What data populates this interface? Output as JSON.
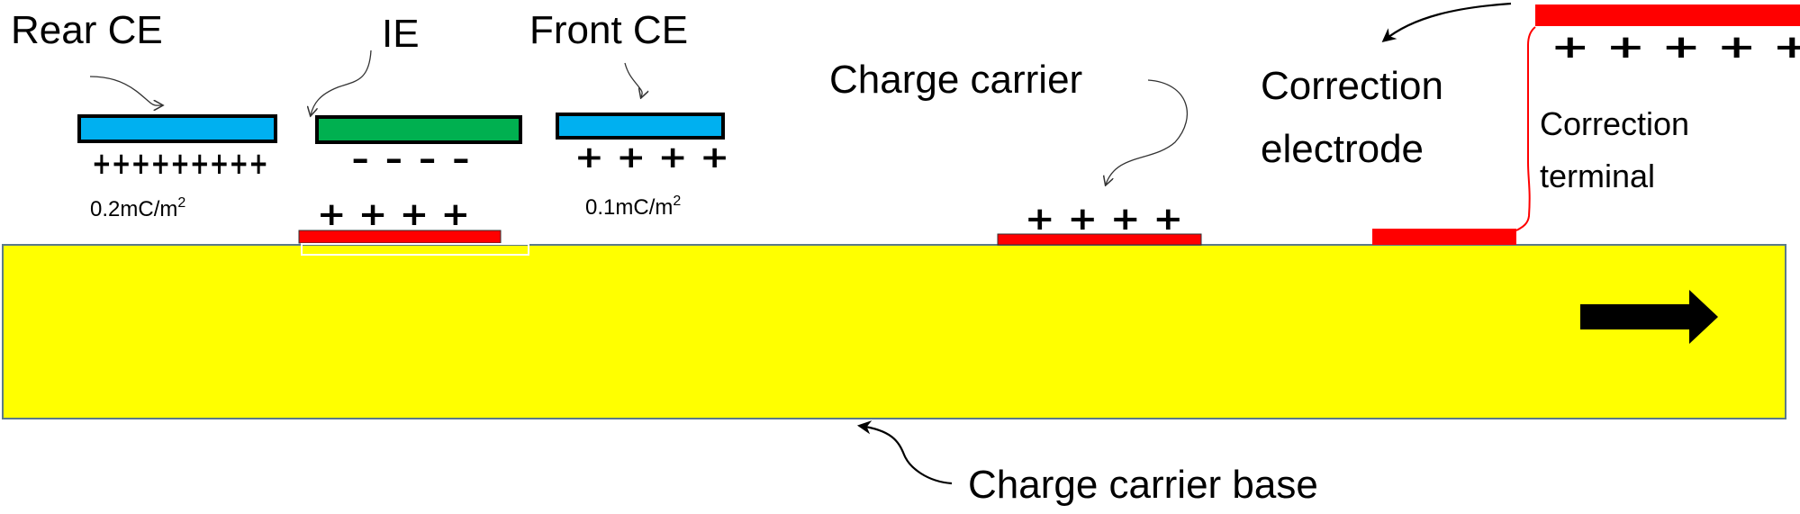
{
  "title": "Correction electrode charge transfer schematic",
  "labels": {
    "rear_ce": "Rear CE",
    "ie": "IE",
    "front_ce": "Front CE",
    "charge_carrier": "Charge carrier",
    "correction_electrode_line1": "Correction",
    "correction_electrode_line2": "electrode",
    "correction_terminal_line1": "Correction",
    "correction_terminal_line2": "terminal",
    "charge_carrier_base": "Charge carrier base"
  },
  "charge_densities": {
    "rear_ce": "0.2mC/m",
    "rear_ce_exp": "2",
    "front_ce": "0.1mC/m",
    "front_ce_exp": "2"
  },
  "charge_marks": {
    "rear_ce": "+++++++++",
    "ie": "- - - -",
    "ie_carrier": "+ + + +",
    "front_ce": "+ + + +",
    "charge_carrier": "+ + + +",
    "correction_terminal": "+ + + + +"
  },
  "colors": {
    "ce_fill": "#00b0f0",
    "ie_fill": "#00b050",
    "carrier_fill": "#ff0000",
    "base_fill": "#ffff00",
    "base_border": "#5b7a8a",
    "arrow": "#000000"
  },
  "direction": "motion to the right"
}
